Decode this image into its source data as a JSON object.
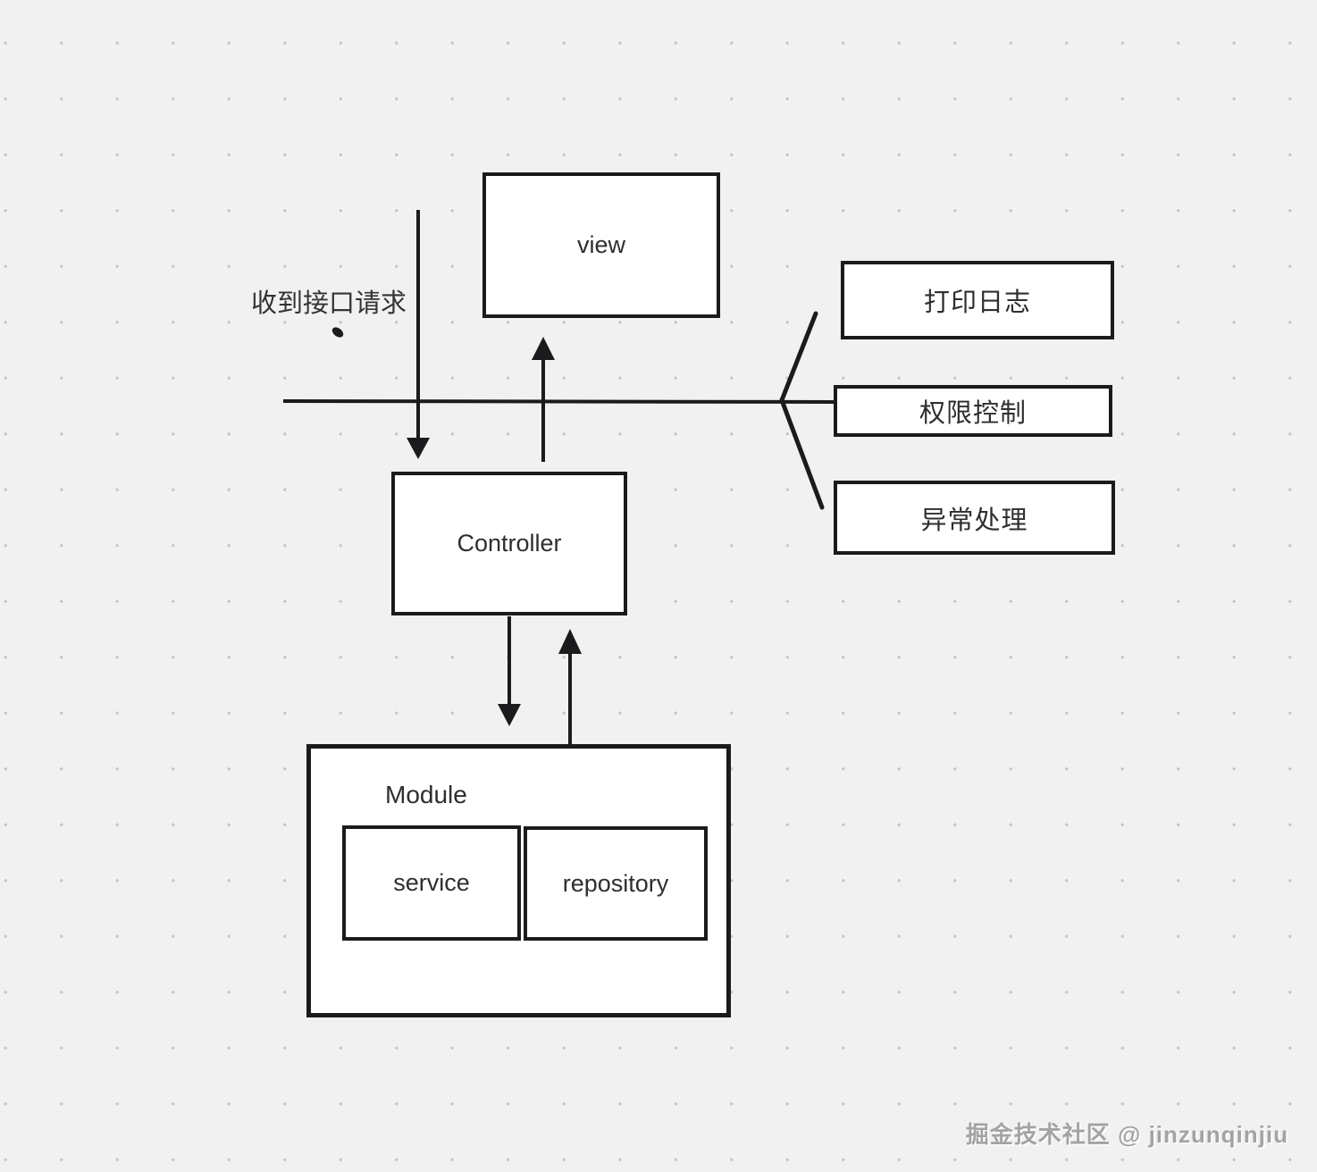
{
  "nodes": {
    "view": "view",
    "controller": "Controller",
    "module": "Module",
    "service": "service",
    "repository": "repository",
    "print_log": "打印日志",
    "permission_control": "权限控制",
    "exception_handling": "异常处理"
  },
  "annotation": {
    "incoming_request": "收到接口请求"
  },
  "edges": [
    {
      "from": "收到接口请求",
      "to": "Controller",
      "type": "arrow-down"
    },
    {
      "from": "Controller",
      "to": "view",
      "type": "arrow-up"
    },
    {
      "from": "Controller",
      "to": "Module",
      "type": "arrow-down"
    },
    {
      "from": "Module",
      "to": "Controller",
      "type": "arrow-up"
    },
    {
      "from": "横向流程线",
      "to": "打印日志 / 权限控制 / 异常处理",
      "type": "fork"
    }
  ],
  "watermark": "掘金技术社区 @ jinzunqinjiu",
  "colors": {
    "background": "#f1f1f2",
    "dot_grid": "#c7c7c9",
    "line": "#1b1b1d",
    "box_fill": "#ffffff",
    "box_border": "#1b1b1d",
    "text": "#2e2e30",
    "watermark": "#a2a3a5"
  }
}
